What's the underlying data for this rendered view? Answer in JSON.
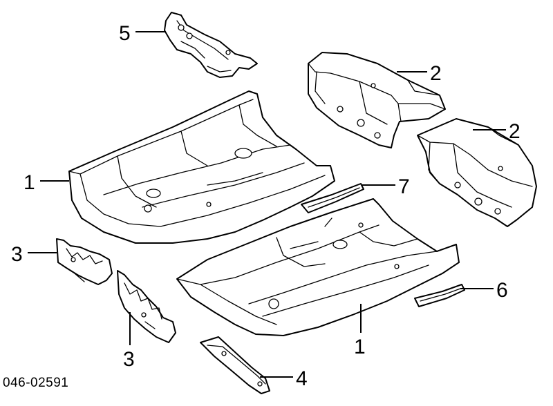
{
  "diagram": {
    "catalog_number": "046-02591",
    "callouts": [
      {
        "id": "c5",
        "label": "5"
      },
      {
        "id": "c2a",
        "label": "2"
      },
      {
        "id": "c2b",
        "label": "2"
      },
      {
        "id": "c1a",
        "label": "1"
      },
      {
        "id": "c7",
        "label": "7"
      },
      {
        "id": "c3a",
        "label": "3"
      },
      {
        "id": "c6",
        "label": "6"
      },
      {
        "id": "c3b",
        "label": "3"
      },
      {
        "id": "c1b",
        "label": "1"
      },
      {
        "id": "c4",
        "label": "4"
      }
    ]
  }
}
